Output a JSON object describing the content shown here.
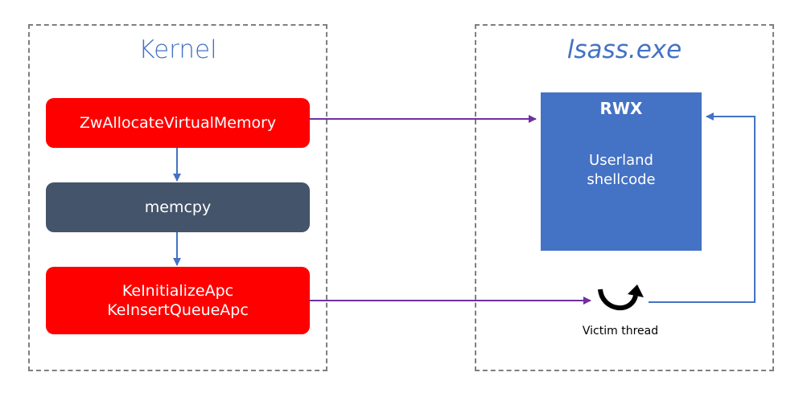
{
  "regions": {
    "kernel": {
      "title": "Kernel"
    },
    "lsass": {
      "title": "lsass.exe"
    }
  },
  "kernel_steps": {
    "zwalloc": "ZwAllocateVirtualMemory",
    "memcpy": "memcpy",
    "apc_line1": "KeInitializeApc",
    "apc_line2": "KeInsertQueueApc"
  },
  "lsass_memory": {
    "protection": "RWX",
    "content_line1": "Userland",
    "content_line2": "shellcode"
  },
  "victim_thread": {
    "label": "Victim thread",
    "icon": "circular-arrow-icon"
  },
  "colors": {
    "region_title": "#4472c4",
    "red_step": "#ff0000",
    "dark_step": "#44546a",
    "memory_block": "#4472c4",
    "purple_arrow": "#7030a0",
    "blue_arrow": "#4472c4",
    "dashed_border": "#7f7f7f"
  }
}
